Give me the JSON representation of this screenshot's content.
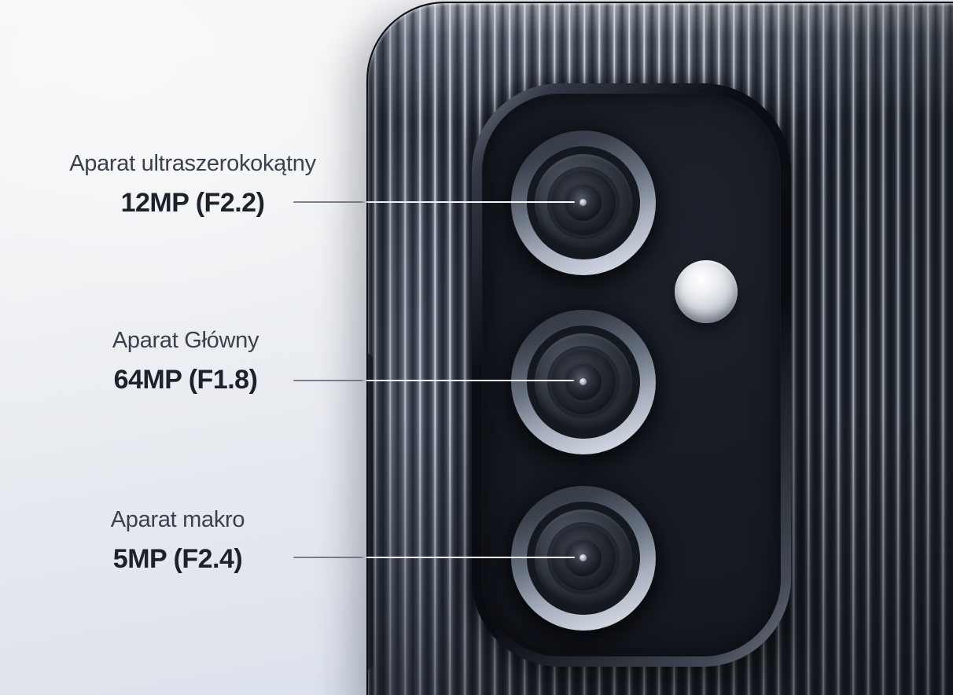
{
  "meta": {
    "description": "Close-up product photo of a smartphone rear triple-camera with Polish specification callouts",
    "language": "pl"
  },
  "annotations": [
    {
      "id": "ultrawide",
      "camera_name": "Aparat ultraszerokokątny",
      "spec": "12MP (F2.2)"
    },
    {
      "id": "main",
      "camera_name": "Aparat Główny",
      "spec": "64MP (F1.8)"
    },
    {
      "id": "macro",
      "camera_name": "Aparat makro",
      "spec": "5MP (F2.4)"
    }
  ],
  "colors": {
    "background_top": "#f4f5f7",
    "background_bottom": "#d6dde8",
    "phone_body": "#262c36",
    "stripe_highlight": "#e4e9f0",
    "camera_module": "#14171e",
    "lens_ring_bright": "#ced4de",
    "flash": "#edeff2",
    "label_name_text": "#3a414d",
    "label_spec_text": "#1c212b",
    "callout_on_background": "#68707c",
    "callout_on_phone": "#fbfcfe"
  }
}
